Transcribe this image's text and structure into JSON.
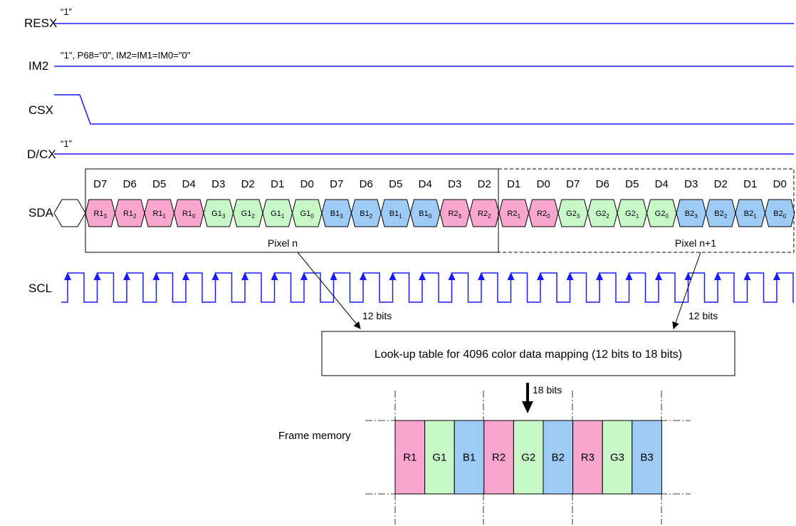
{
  "signals": {
    "resx": {
      "label": "RESX",
      "note": "“1”"
    },
    "im2": {
      "label": "IM2",
      "note": "\"1\", P68=\"0\", IM2=IM1=IM0=\"0\""
    },
    "csx": {
      "label": "CSX"
    },
    "dcx": {
      "label": "D/CX",
      "note": "“1”"
    },
    "sda": {
      "label": "SDA"
    },
    "scl": {
      "label": "SCL"
    }
  },
  "bit_labels": [
    "D7",
    "D6",
    "D5",
    "D4",
    "D3",
    "D2",
    "D1",
    "D0",
    "D7",
    "D6",
    "D5",
    "D4",
    "D3",
    "D2",
    "D1",
    "D0",
    "D7",
    "D6",
    "D5",
    "D4",
    "D3",
    "D2",
    "D1",
    "D0"
  ],
  "sda_cells": [
    {
      "base": "R1",
      "sub": "3",
      "color": "#f9a6cf"
    },
    {
      "base": "R1",
      "sub": "2",
      "color": "#f9a6cf"
    },
    {
      "base": "R1",
      "sub": "1",
      "color": "#f9a6cf"
    },
    {
      "base": "R1",
      "sub": "0",
      "color": "#f9a6cf"
    },
    {
      "base": "G1",
      "sub": "3",
      "color": "#c8f7c8"
    },
    {
      "base": "G1",
      "sub": "2",
      "color": "#c8f7c8"
    },
    {
      "base": "G1",
      "sub": "1",
      "color": "#c8f7c8"
    },
    {
      "base": "G1",
      "sub": "0",
      "color": "#c8f7c8"
    },
    {
      "base": "B1",
      "sub": "3",
      "color": "#9ecbf5"
    },
    {
      "base": "B1",
      "sub": "2",
      "color": "#9ecbf5"
    },
    {
      "base": "B1",
      "sub": "1",
      "color": "#9ecbf5"
    },
    {
      "base": "B1",
      "sub": "0",
      "color": "#9ecbf5"
    },
    {
      "base": "R2",
      "sub": "3",
      "color": "#f9a6cf"
    },
    {
      "base": "R2",
      "sub": "2",
      "color": "#f9a6cf"
    },
    {
      "base": "R2",
      "sub": "1",
      "color": "#f9a6cf"
    },
    {
      "base": "R2",
      "sub": "0",
      "color": "#f9a6cf"
    },
    {
      "base": "G2",
      "sub": "3",
      "color": "#c8f7c8"
    },
    {
      "base": "G2",
      "sub": "2",
      "color": "#c8f7c8"
    },
    {
      "base": "G2",
      "sub": "1",
      "color": "#c8f7c8"
    },
    {
      "base": "G2",
      "sub": "0",
      "color": "#c8f7c8"
    },
    {
      "base": "B2",
      "sub": "3",
      "color": "#9ecbf5"
    },
    {
      "base": "B2",
      "sub": "2",
      "color": "#9ecbf5"
    },
    {
      "base": "B2",
      "sub": "1",
      "color": "#9ecbf5"
    },
    {
      "base": "B2",
      "sub": "0",
      "color": "#9ecbf5"
    }
  ],
  "pixel_n_label": "Pixel n",
  "pixel_n1_label": "Pixel n+1",
  "bits_12_left": "12 bits",
  "bits_12_right": "12 bits",
  "lut_label": "Look-up table for 4096 color data mapping (12 bits to 18 bits)",
  "bits_18": "18 bits",
  "frame_memory_label": "Frame memory",
  "frame_cells": [
    {
      "label": "R1",
      "color": "#f9a6cf"
    },
    {
      "label": "G1",
      "color": "#c8f7c8"
    },
    {
      "label": "B1",
      "color": "#9ecbf5"
    },
    {
      "label": "R2",
      "color": "#f9a6cf"
    },
    {
      "label": "G2",
      "color": "#c8f7c8"
    },
    {
      "label": "B2",
      "color": "#9ecbf5"
    },
    {
      "label": "R3",
      "color": "#f9a6cf"
    },
    {
      "label": "G3",
      "color": "#c8f7c8"
    },
    {
      "label": "B3",
      "color": "#9ecbf5"
    }
  ],
  "colors": {
    "wave": "#1a1aff",
    "red": "#f9a6cf",
    "green": "#c8f7c8",
    "blue": "#9ecbf5"
  }
}
